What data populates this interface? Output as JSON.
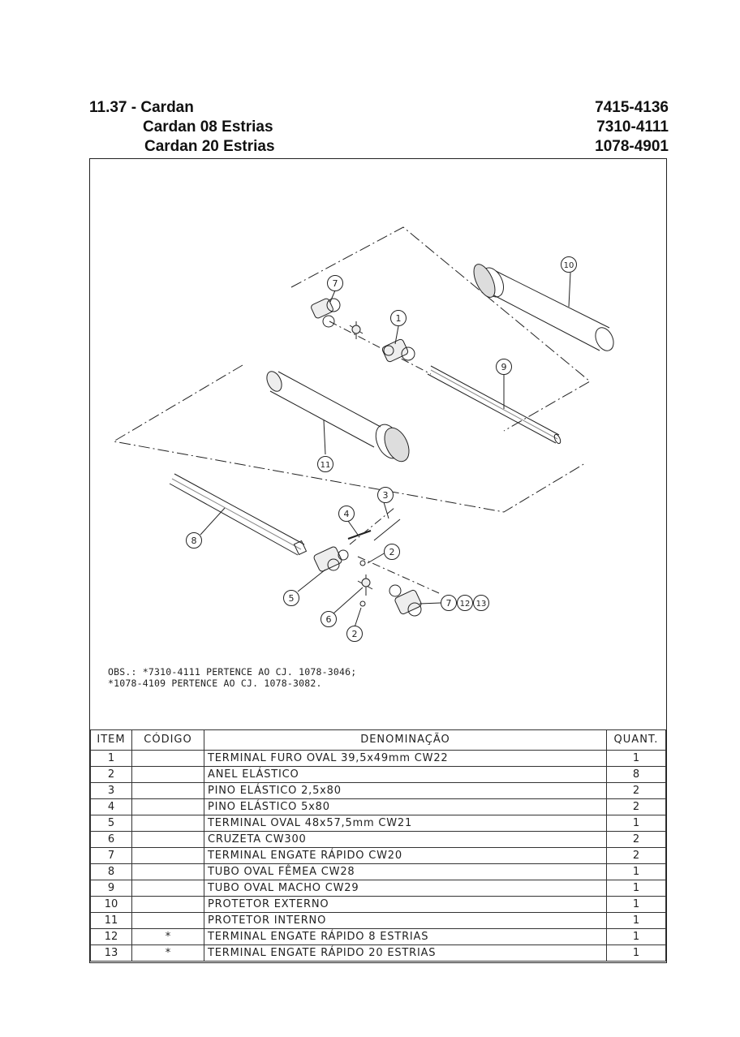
{
  "header": {
    "left_line1": "11.37 - Cardan",
    "left_line2": "Cardan 08 Estrias",
    "left_line3": "Cardan 20 Estrias",
    "code1": "7415-4136",
    "code2": "7310-4111",
    "code3": "1078-4901"
  },
  "callouts": [
    "10",
    "7",
    "1",
    "9",
    "11",
    "3",
    "4",
    "8",
    "2",
    "5",
    "6",
    "2",
    "7",
    "12",
    "13"
  ],
  "obs": {
    "line1": "OBS.: *7310-4111 PERTENCE AO CJ. 1078-3046;",
    "line2": "*1078-4109 PERTENCE AO CJ. 1078-3082."
  },
  "table": {
    "headers": {
      "item": "ITEM",
      "codigo": "CÓDIGO",
      "denominacao": "DENOMINAÇÃO",
      "quant": "QUANT."
    },
    "rows": [
      {
        "item": "1",
        "codigo": "",
        "denominacao": "TERMINAL FURO OVAL 39,5x49mm CW22",
        "quant": "1"
      },
      {
        "item": "2",
        "codigo": "",
        "denominacao": "ANEL ELÁSTICO",
        "quant": "8"
      },
      {
        "item": "3",
        "codigo": "",
        "denominacao": "PINO ELÁSTICO 2,5x80",
        "quant": "2"
      },
      {
        "item": "4",
        "codigo": "",
        "denominacao": "PINO ELÁSTICO 5x80",
        "quant": "2"
      },
      {
        "item": "5",
        "codigo": "",
        "denominacao": "TERMINAL OVAL 48x57,5mm CW21",
        "quant": "1"
      },
      {
        "item": "6",
        "codigo": "",
        "denominacao": "CRUZETA CW300",
        "quant": "2"
      },
      {
        "item": "7",
        "codigo": "",
        "denominacao": "TERMINAL ENGATE RÁPIDO CW20",
        "quant": "2"
      },
      {
        "item": "8",
        "codigo": "",
        "denominacao": "TUBO OVAL FÊMEA CW28",
        "quant": "1"
      },
      {
        "item": "9",
        "codigo": "",
        "denominacao": "TUBO OVAL MACHO CW29",
        "quant": "1"
      },
      {
        "item": "10",
        "codigo": "",
        "denominacao": "PROTETOR EXTERNO",
        "quant": "1"
      },
      {
        "item": "11",
        "codigo": "",
        "denominacao": "PROTETOR INTERNO",
        "quant": "1"
      },
      {
        "item": "12",
        "codigo": "*",
        "denominacao": "TERMINAL ENGATE RÁPIDO 8 ESTRIAS",
        "quant": "1"
      },
      {
        "item": "13",
        "codigo": "*",
        "denominacao": "TERMINAL ENGATE RÁPIDO 20 ESTRIAS",
        "quant": "1"
      }
    ]
  }
}
